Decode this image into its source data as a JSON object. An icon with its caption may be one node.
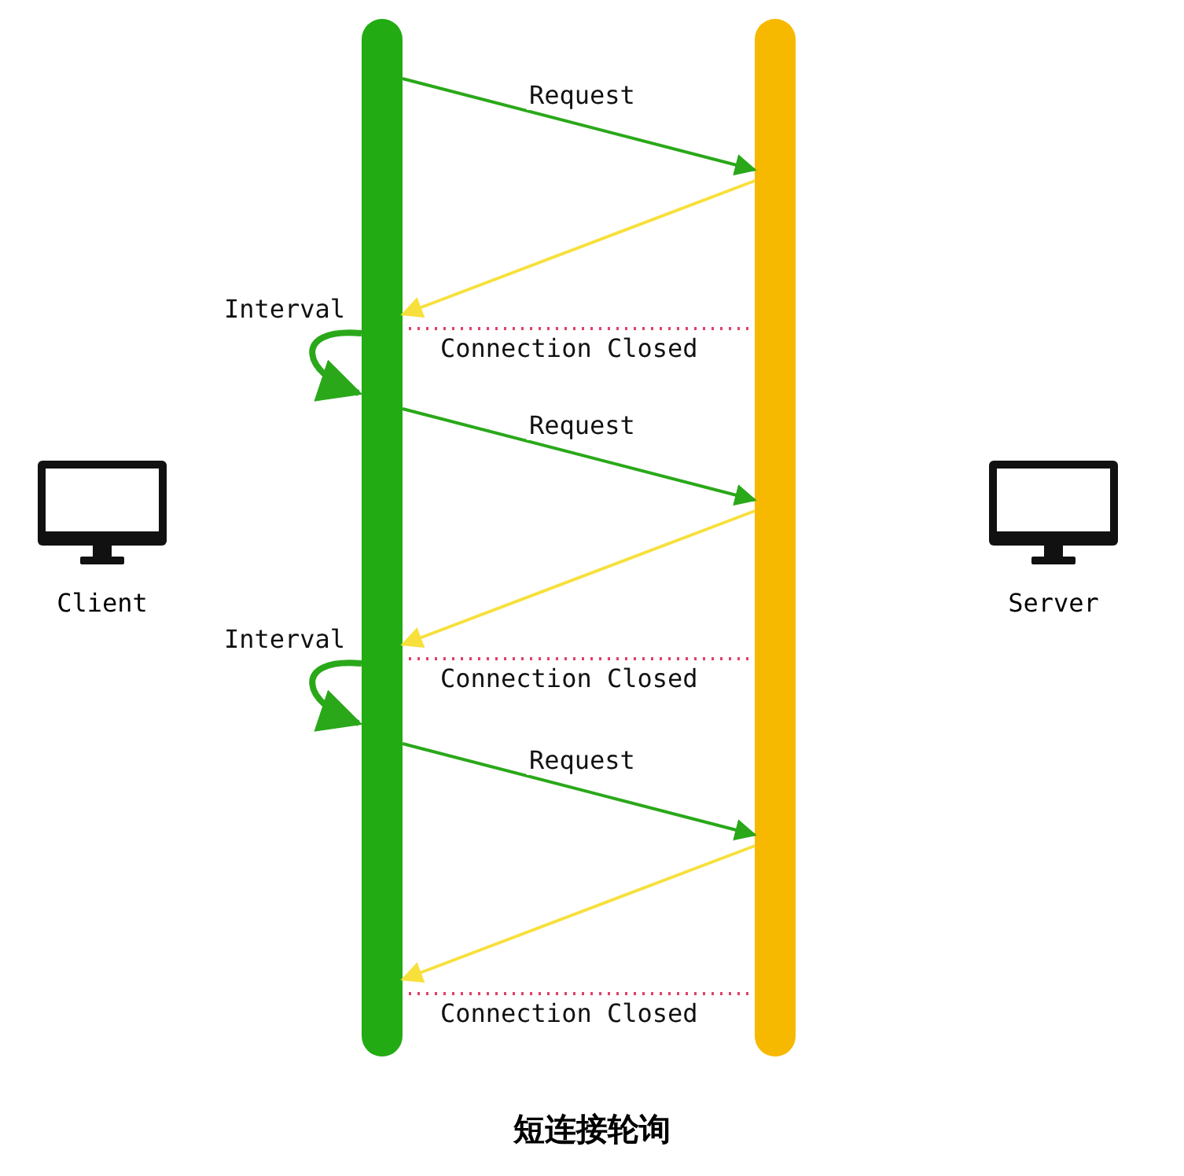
{
  "diagram": {
    "caption": "短连接轮询",
    "nodes": [
      {
        "text": [
          "Client"
        ]
      },
      {
        "text": [
          "Server"
        ]
      },
      {
        "text": [],
        "shape": "bar"
      },
      {
        "text": [],
        "shape": "bar"
      }
    ],
    "edges": [
      {
        "from": 2,
        "to": 3,
        "arrow": "to",
        "label": "Request"
      },
      {
        "from": 3,
        "to": 2,
        "arrow": "to",
        "color": "#f7e03c"
      },
      {
        "from": 2,
        "to": 3,
        "arrow": "none",
        "style": "dashed",
        "color": "#e0406a",
        "label": "Connection Closed"
      },
      {
        "from": 2,
        "to": 2,
        "arrow": "to",
        "style": "thick",
        "label": "Interval"
      },
      {
        "from": 2,
        "to": 3,
        "arrow": "to",
        "label": "Request"
      },
      {
        "from": 3,
        "to": 2,
        "arrow": "to",
        "color": "#f7e03c"
      },
      {
        "from": 2,
        "to": 3,
        "arrow": "none",
        "style": "dashed",
        "color": "#e0406a",
        "label": "Connection Closed"
      },
      {
        "from": 2,
        "to": 2,
        "arrow": "to",
        "style": "thick",
        "label": "Interval"
      },
      {
        "from": 2,
        "to": 3,
        "arrow": "to",
        "label": "Request"
      },
      {
        "from": 3,
        "to": 2,
        "arrow": "to",
        "color": "#f7e03c"
      },
      {
        "from": 2,
        "to": 3,
        "arrow": "none",
        "style": "dashed",
        "color": "#e0406a",
        "label": "Connection Closed"
      }
    ]
  }
}
